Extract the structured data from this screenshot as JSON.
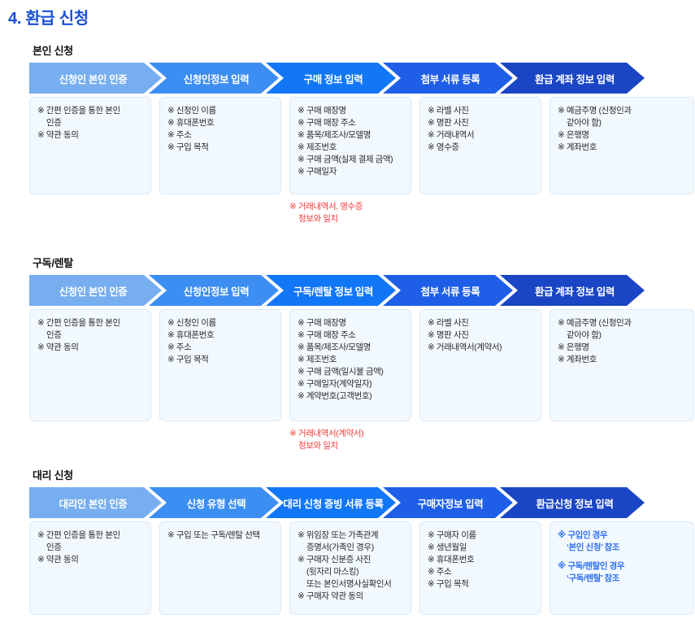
{
  "page": {
    "title": "4. 환급 신청",
    "title_color": "#1a4fd6"
  },
  "colors": {
    "step1": "#77aef0",
    "step2": "#3d8ef2",
    "step3": "#1277f7",
    "step4": "#1f5fe8",
    "step5": "#1a45c4",
    "panel_bg": "#f2f9fe",
    "panel_border": "#dbeaf6",
    "note_red": "#f23a3a",
    "note_blue": "#2d6ef0"
  },
  "sections": [
    {
      "label": "본인 신청",
      "steps": [
        {
          "title": "신청인 본인 인증",
          "items": [
            "※ 간편 인증을 통한 본인\n인증",
            "※ 약관 동의"
          ]
        },
        {
          "title": "신청인정보 입력",
          "items": [
            "※ 신청인 이름",
            "※ 휴대폰번호",
            "※ 주소",
            "※ 구입 목적"
          ]
        },
        {
          "title": "구매 정보 입력",
          "items": [
            "※ 구매 매장명",
            "※ 구매 매장 주소",
            "※ 품목/제조사/모델명",
            "※ 제조번호",
            "※ 구매 금액(실제 결제 금액)",
            "※ 구매일자"
          ],
          "note": "※ 거래내역서, 영수증\n정보와 일치"
        },
        {
          "title": "첨부 서류 등록",
          "items": [
            "※ 라벨 사진",
            "※ 명판 사진",
            "※ 거래내역서",
            "※ 영수증"
          ]
        },
        {
          "title": "환급 계좌 정보 입력",
          "items": [
            "※ 예금주명 (신청인과\n같아야 함)",
            "※ 은행명",
            "※ 계좌번호"
          ]
        }
      ]
    },
    {
      "label": "구독/렌탈",
      "steps": [
        {
          "title": "신청인 본인 인증",
          "items": [
            "※ 간편 인증을 통한 본인\n인증",
            "※ 약관 동의"
          ]
        },
        {
          "title": "신청인정보 입력",
          "items": [
            "※ 신청인 이름",
            "※ 휴대폰번호",
            "※ 주소",
            "※ 구입 목적"
          ]
        },
        {
          "title": "구독/렌탈 정보 입력",
          "items": [
            "※ 구매 매장명",
            "※ 구매 매장 주소",
            "※ 품목/제조사/모델명",
            "※ 제조번호",
            "※ 구매 금액(일시불 금액)",
            "※ 구매일자(계약일자)",
            "※ 계약번호(고객번호)"
          ],
          "note": "※ 거래내역서(계약서)\n정보와 일치"
        },
        {
          "title": "첨부 서류 등록",
          "items": [
            "※ 라벨 사진",
            "※ 명판 사진",
            "※ 거래내역서(계약서)"
          ]
        },
        {
          "title": "환급 계좌 정보 입력",
          "items": [
            "※ 예금주명 (신청인과\n같아야 함)",
            "※ 은행명",
            "※ 계좌번호"
          ]
        }
      ]
    },
    {
      "label": "대리 신청",
      "steps": [
        {
          "title": "대리인 본인 인증",
          "items": [
            "※ 간편 인증을 통한 본인\n인증",
            "※ 약관 동의"
          ]
        },
        {
          "title": "신청 유형 선택",
          "items": [
            "※ 구입 또는 구독/렌탈 선택"
          ]
        },
        {
          "title": "대리 신청 증빙 서류 등록",
          "items": [
            "※ 위임장 또는 가족관계\n증명서(가족인 경우)",
            "※ 구매자 신분증 사진\n(뒷자리 마스킹)\n또는 본인서명사실확인서",
            "※ 구매자 약관 동의"
          ]
        },
        {
          "title": "구매자정보 입력",
          "items": [
            "※ 구매자 이름",
            "※ 생년월일",
            "※ 휴대폰번호",
            "※ 주소",
            "※ 구입 목적"
          ]
        },
        {
          "title": "환급신청 정보 입력",
          "items_blue": [
            "※ 구입인 경우\n‘본인 신청’ 참조",
            "",
            "※ 구독/렌탈인 경우\n‘구독/렌탈’ 참조"
          ]
        }
      ]
    }
  ]
}
